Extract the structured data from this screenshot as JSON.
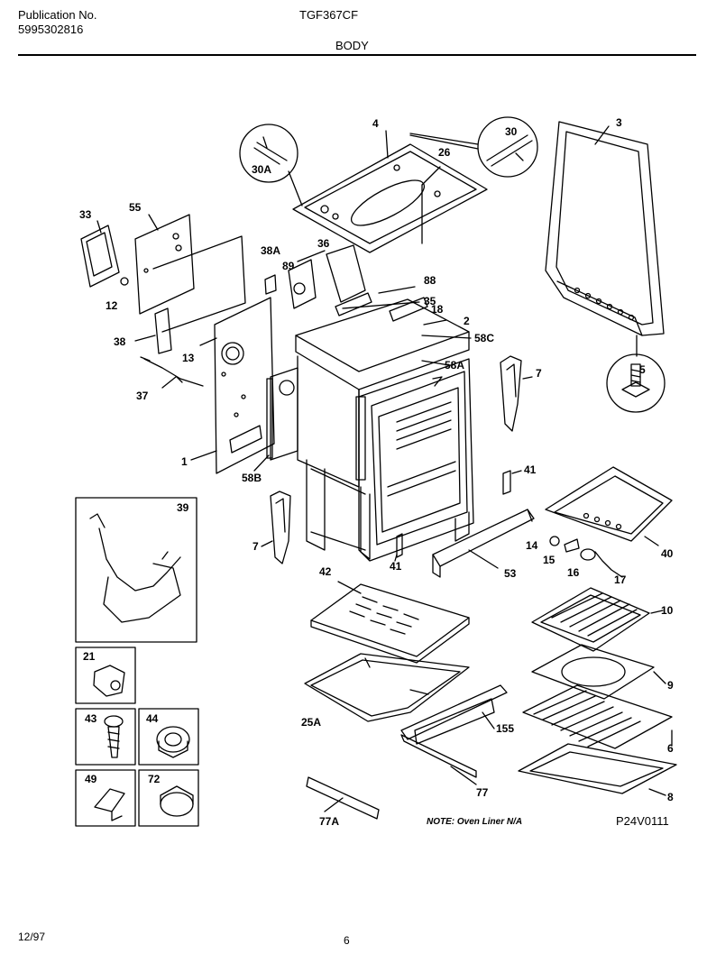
{
  "header": {
    "publication_label": "Publication No.",
    "publication_number": "5995302816",
    "model": "TGF367CF",
    "section": "BODY"
  },
  "footer": {
    "date": "12/97",
    "page": "6",
    "diagram_code": "P24V0111",
    "note": "NOTE: Oven Liner N/A"
  },
  "labels": {
    "p1": "1",
    "p2": "2",
    "p3": "3",
    "p4": "4",
    "p5": "5",
    "p6": "6",
    "p7a": "7",
    "p7b": "7",
    "p8": "8",
    "p9": "9",
    "p10": "10",
    "p12": "12",
    "p13": "13",
    "p14": "14",
    "p15": "15",
    "p16": "16",
    "p17": "17",
    "p18": "18",
    "p21": "21",
    "p25a": "25A",
    "p26": "26",
    "p30": "30",
    "p30a": "30A",
    "p33": "33",
    "p35": "35",
    "p36": "36",
    "p37": "37",
    "p38": "38",
    "p38a": "38A",
    "p39": "39",
    "p40": "40",
    "p41a": "41",
    "p41b": "41",
    "p42": "42",
    "p43": "43",
    "p44": "44",
    "p49": "49",
    "p53": "53",
    "p55": "55",
    "p58a": "58A",
    "p58b": "58B",
    "p58c": "58C",
    "p72": "72",
    "p77": "77",
    "p77a": "77A",
    "p88": "88",
    "p89": "89",
    "p155": "155"
  }
}
